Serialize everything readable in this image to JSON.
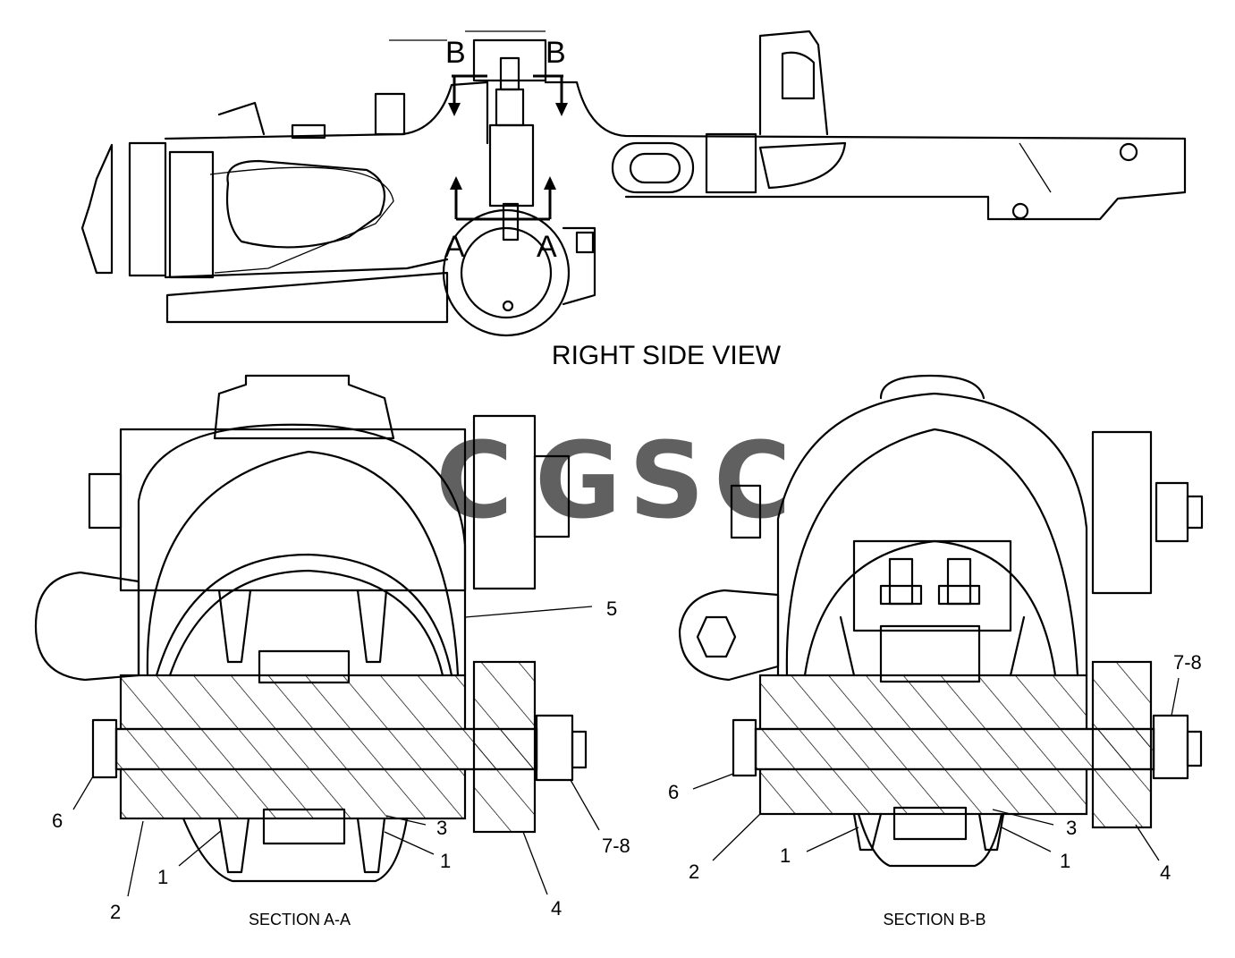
{
  "views": {
    "side_view_title": "RIGHT SIDE VIEW",
    "section_a_title": "SECTION A-A",
    "section_b_title": "SECTION B-B"
  },
  "section_markers": {
    "b_left": "B",
    "b_right": "B",
    "a_left": "A",
    "a_right": "A"
  },
  "section_a_callouts": [
    "5",
    "6",
    "2",
    "1",
    "3",
    "1",
    "4",
    "7-8"
  ],
  "section_b_callouts": [
    "7-8",
    "6",
    "2",
    "1",
    "3",
    "1",
    "4"
  ],
  "watermark": {
    "letters": [
      "C",
      "G",
      "S",
      "C"
    ],
    "colors": [
      "#4285F4",
      "#EA4335",
      "#FBBC05",
      "#34A853"
    ]
  }
}
